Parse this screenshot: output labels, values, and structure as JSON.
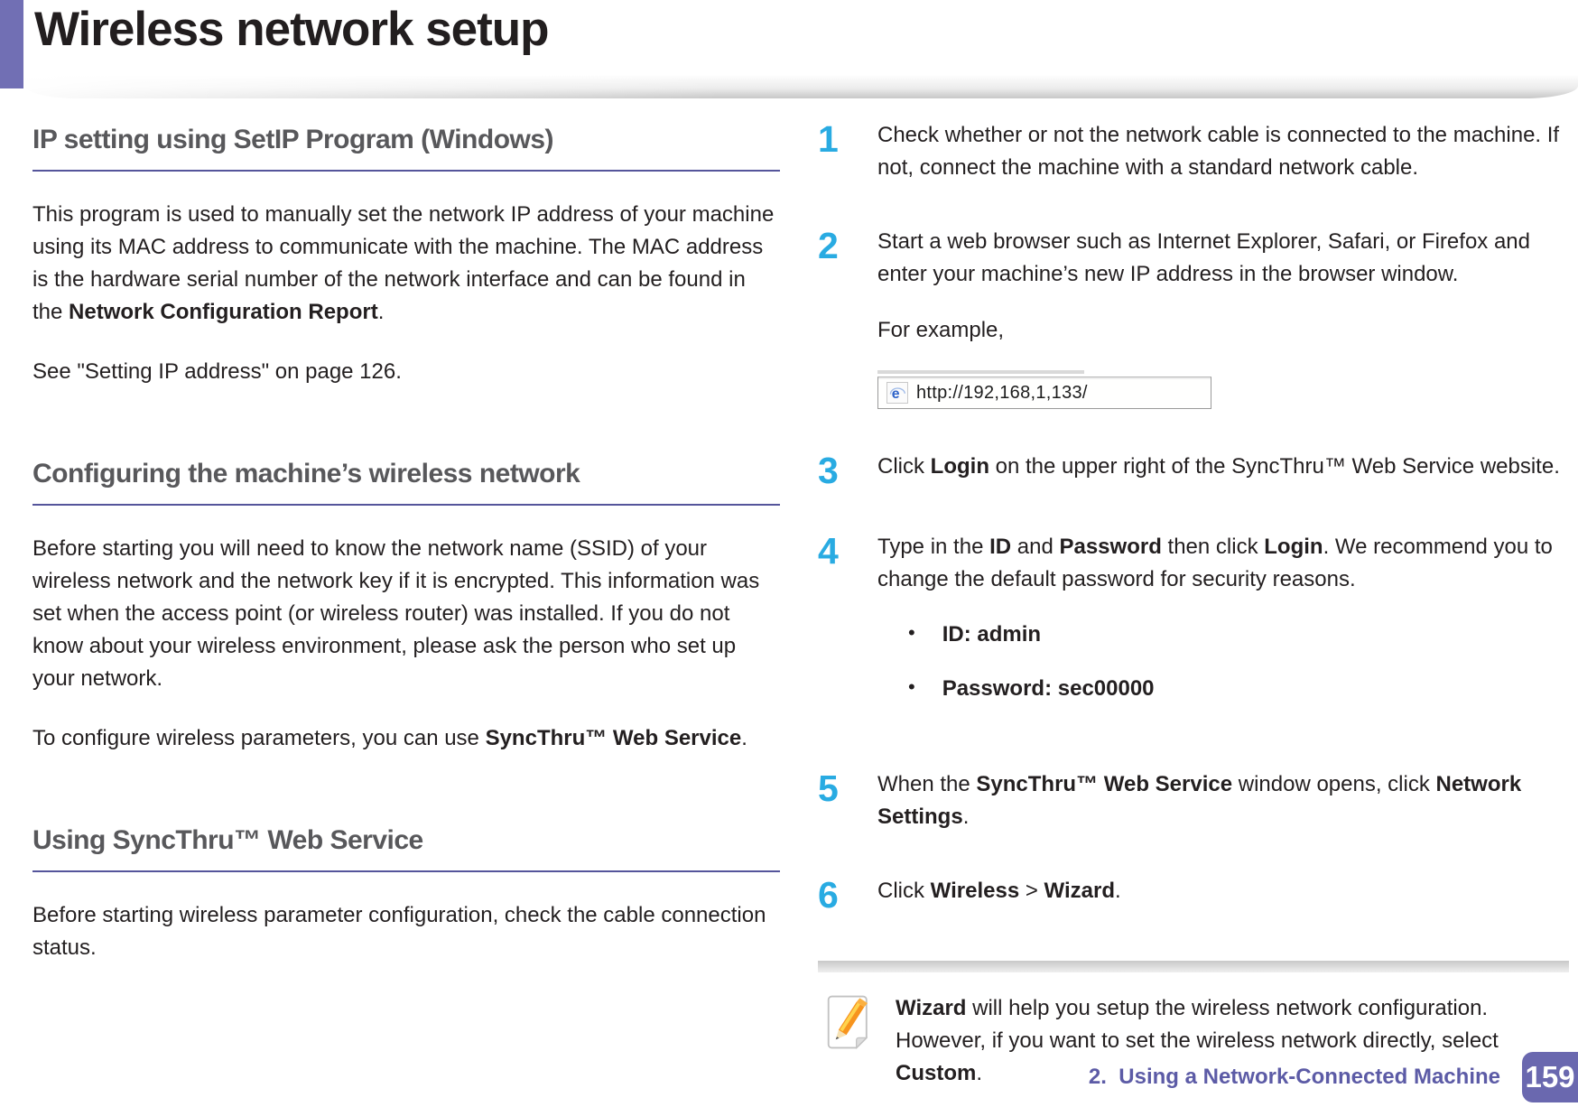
{
  "header": {
    "title": "Wireless network setup"
  },
  "colors": {
    "accent_purple": "#716FB4",
    "heading_underline_purple": "#55559B",
    "step_number_blue": "#29ABE2",
    "footer_text_purple": "#5C5BA6",
    "badge_purple": "#6A68AF",
    "heading_gray": "#58585B",
    "body_text": "#231F20"
  },
  "icons": {
    "address_bar_icon": "internet-explorer-icon",
    "note_icon": "note-pencil-icon"
  },
  "left_column": {
    "sections": [
      {
        "heading": "IP setting using SetIP Program (Windows)",
        "paragraphs": [
          [
            {
              "t": "This program is used to manually set the network IP address of your machine using its MAC address to communicate with the machine. The MAC address is the hardware serial number of the network interface and can be found in the "
            },
            {
              "t": "Network Configuration Report",
              "b": true
            },
            {
              "t": "."
            }
          ],
          [
            {
              "t": "See \"Setting IP address\" on page 126."
            }
          ]
        ]
      },
      {
        "heading": "Configuring the machine’s wireless network",
        "paragraphs": [
          [
            {
              "t": "Before starting you will need to know the network name (SSID) of your wireless network and the network key if it is encrypted. This information was set when the access point (or wireless router) was installed. If you do not know about your wireless environment, please ask the person who set up your network."
            }
          ],
          [
            {
              "t": "To configure wireless parameters, you can use "
            },
            {
              "t": "SyncThru™ Web Service",
              "b": true
            },
            {
              "t": "."
            }
          ]
        ]
      },
      {
        "heading": "Using SyncThru™ Web Service",
        "paragraphs": [
          [
            {
              "t": "Before starting wireless parameter configuration, check the cable connection status."
            }
          ]
        ]
      }
    ]
  },
  "right_column": {
    "steps": [
      {
        "num": "1",
        "runs": [
          {
            "t": "Check whether or not the network cable is connected to the machine. If not, connect the machine with a standard network cable."
          }
        ]
      },
      {
        "num": "2",
        "runs": [
          {
            "t": "Start a web browser such as Internet Explorer, Safari, or Firefox and enter your machine’s new IP address in the browser window."
          }
        ],
        "example_label": "For example,"
      },
      {
        "num": "3",
        "runs": [
          {
            "t": "Click "
          },
          {
            "t": "Login",
            "b": true
          },
          {
            "t": " on the upper right of the SyncThru™ Web Service website."
          }
        ]
      },
      {
        "num": "4",
        "runs": [
          {
            "t": "Type in the "
          },
          {
            "t": "ID",
            "b": true
          },
          {
            "t": " and "
          },
          {
            "t": "Password",
            "b": true
          },
          {
            "t": " then click "
          },
          {
            "t": "Login",
            "b": true
          },
          {
            "t": ". We recommend you to change the default password for security reasons."
          }
        ],
        "bullets": [
          [
            {
              "t": "ID: admin",
              "b": true
            }
          ],
          [
            {
              "t": "Password: sec00000",
              "b": true
            }
          ]
        ]
      },
      {
        "num": "5",
        "runs": [
          {
            "t": "When the "
          },
          {
            "t": "SyncThru™ Web Service",
            "b": true
          },
          {
            "t": " window opens, click "
          },
          {
            "t": "Network Settings",
            "b": true
          },
          {
            "t": "."
          }
        ]
      },
      {
        "num": "6",
        "runs": [
          {
            "t": "Click "
          },
          {
            "t": "Wireless",
            "b": true
          },
          {
            "t": " > "
          },
          {
            "t": "Wizard",
            "b": true
          },
          {
            "t": "."
          }
        ]
      }
    ],
    "address_bar": {
      "url": "http://192,168,1,133/"
    },
    "note": {
      "runs": [
        {
          "t": "Wizard",
          "b": true
        },
        {
          "t": " will help you setup the wireless network configuration. However, if you want to set the wireless network directly, select "
        },
        {
          "t": "Custom",
          "b": true
        },
        {
          "t": "."
        }
      ]
    }
  },
  "footer": {
    "chapter": "2.  Using a Network-Connected Machine",
    "page_number": "159"
  }
}
